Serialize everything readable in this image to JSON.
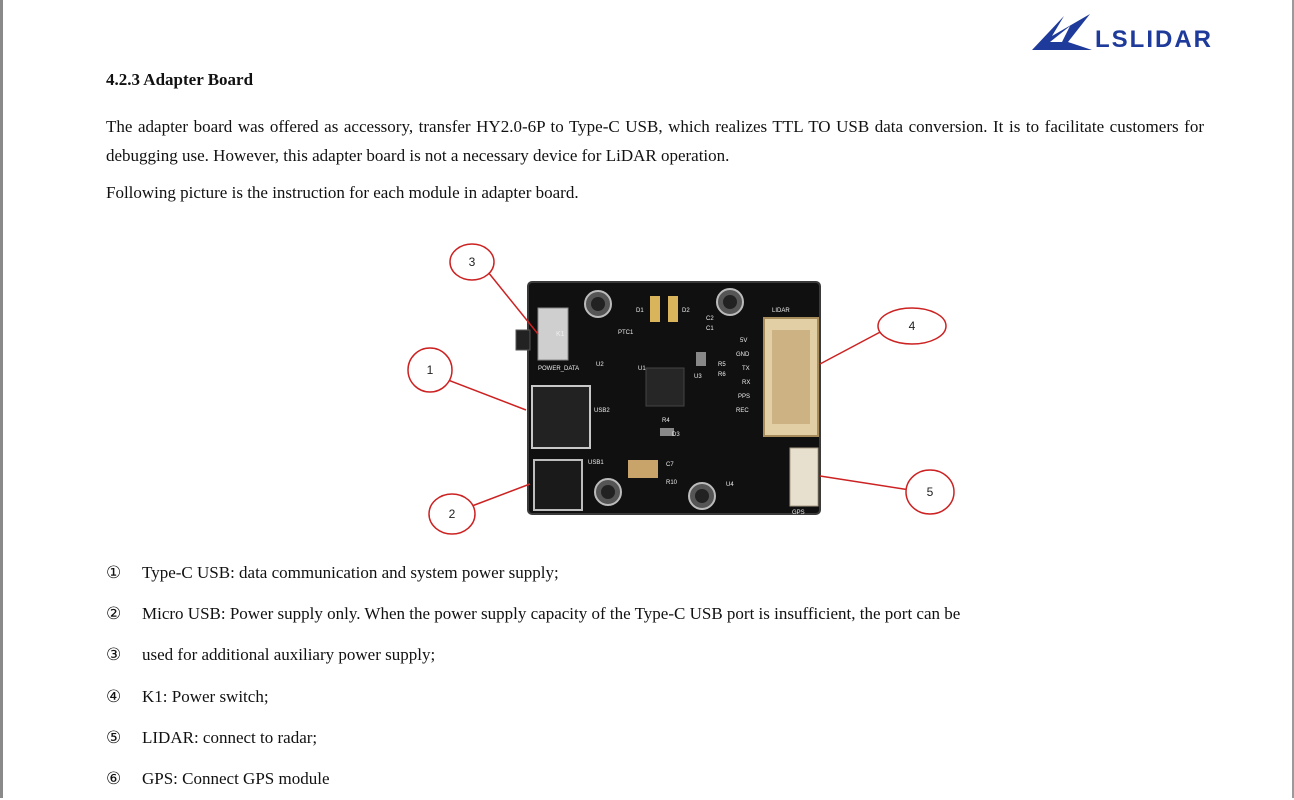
{
  "logo": {
    "text": "LSLIDAR",
    "color": "#1e3a9a"
  },
  "section": {
    "heading": "4.2.3 Adapter Board",
    "paragraph1": "The adapter board was offered as accessory, transfer HY2.0-6P  to Type-C USB, which realizes TTL TO USB data conversion. It is to facilitate customers for debugging use. However, this adapter board is not a necessary device for LiDAR operation.",
    "paragraph2": "Following picture is the instruction for each module in adapter board."
  },
  "figure": {
    "callouts": [
      "1",
      "2",
      "3",
      "4",
      "5"
    ],
    "callout_color": "#cc2222",
    "board_labels": [
      "K1",
      "POWER_DATA",
      "USB2",
      "USB1",
      "D1",
      "D2",
      "PTC1",
      "U2",
      "U1",
      "U3",
      "U4",
      "R4",
      "R10",
      "C7",
      "D3",
      "LIDAR",
      "5V",
      "GND",
      "TX",
      "RX",
      "PPS",
      "REC",
      "GPS",
      "R5",
      "R6",
      "C2",
      "C1"
    ]
  },
  "list": [
    {
      "marker": "①",
      "text": "Type-C USB: data communication and system power supply;"
    },
    {
      "marker": "②",
      "text": "Micro USB: Power supply only. When the power supply capacity of the Type-C USB port is insufficient, the port can be"
    },
    {
      "marker": "③",
      "text": "used for additional auxiliary power supply;"
    },
    {
      "marker": "④",
      "text": "K1: Power switch;"
    },
    {
      "marker": "⑤",
      "text": "LIDAR: connect to radar;"
    },
    {
      "marker": "⑥",
      "text": "GPS: Connect GPS module"
    }
  ]
}
